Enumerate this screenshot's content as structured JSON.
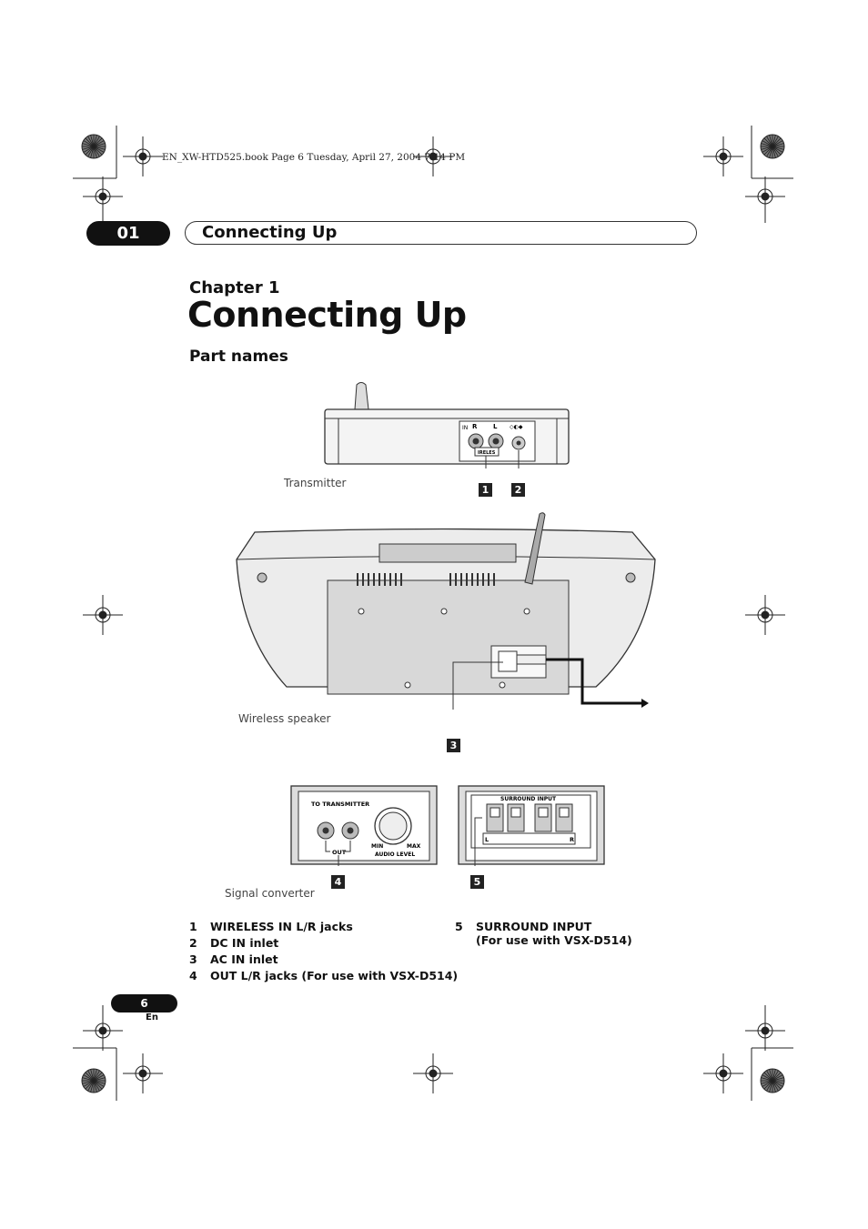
{
  "print_header": "EN_XW-HTD525.book  Page 6  Tuesday, April 27, 2004  7:14 PM",
  "header": {
    "chapter_number": "01",
    "title": "Connecting Up"
  },
  "chapter_label": "Chapter 1",
  "main_title": "Connecting Up",
  "section_title": "Part names",
  "figures": {
    "transmitter": {
      "caption": "Transmitter",
      "labels": {
        "in": "IN",
        "r": "R",
        "l": "L",
        "wireless": "IRELES"
      },
      "callouts": [
        "1",
        "2"
      ]
    },
    "speaker": {
      "caption": "Wireless speaker",
      "callouts": [
        "3"
      ]
    },
    "converter": {
      "caption": "Signal  converter",
      "labels": {
        "to_transmitter": "TO TRANSMITTER",
        "out": "OUT",
        "min": "MIN",
        "max": "MAX",
        "audio_level": "AUDIO LEVEL"
      },
      "callouts": [
        "4"
      ]
    },
    "surround": {
      "labels": {
        "surround_input": "SURROUND INPUT",
        "l": "L",
        "r": "R"
      },
      "callouts": [
        "5"
      ]
    }
  },
  "legend": [
    {
      "num": "1",
      "text": "WIRELESS IN L/R jacks"
    },
    {
      "num": "2",
      "text": "DC IN inlet"
    },
    {
      "num": "3",
      "text": "AC IN inlet"
    },
    {
      "num": "4",
      "text": "OUT L/R jacks (For use with VSX-D514)"
    },
    {
      "num": "5",
      "text": "SURROUND INPUT",
      "text2": "(For use with VSX-D514)"
    }
  ],
  "footer": {
    "page_number": "6",
    "language": "En"
  }
}
